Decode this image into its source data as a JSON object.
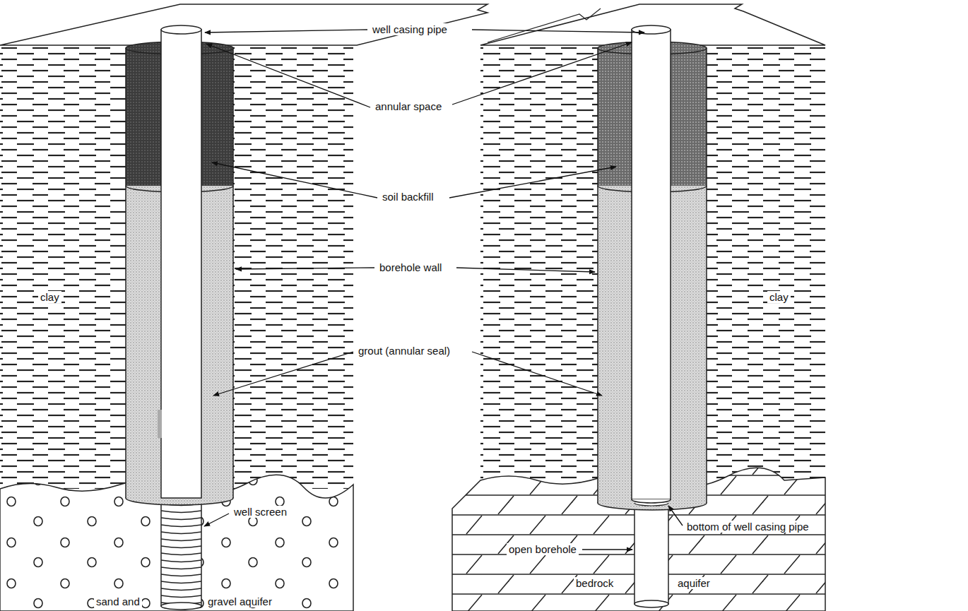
{
  "diagram": {
    "labels": [
      "well casing pipe",
      "annular space",
      "soil backfill",
      "borehole wall",
      "grout (annular seal)",
      "clay",
      "clay",
      "well screen",
      "sand and",
      "gravel aquifer",
      "open borehole",
      "bottom of well casing pipe",
      "bedrock",
      "aquifer"
    ]
  }
}
